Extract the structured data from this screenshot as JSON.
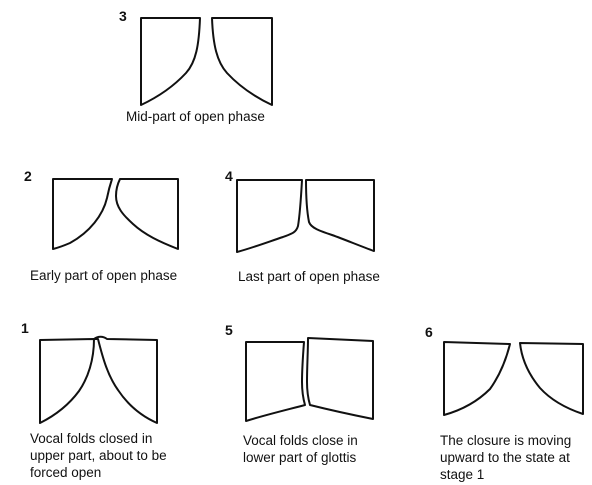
{
  "stages": [
    {
      "number": "3",
      "caption_lines": [
        "Mid-part of open phase"
      ]
    },
    {
      "number": "2",
      "caption_lines": [
        "Early part of open phase"
      ]
    },
    {
      "number": "4",
      "caption_lines": [
        "Last part of open phase"
      ]
    },
    {
      "number": "1",
      "caption_lines": [
        "Vocal folds closed in",
        "upper part, about to be",
        "forced open"
      ]
    },
    {
      "number": "5",
      "caption_lines": [
        "Vocal folds close in",
        "lower part of glottis"
      ]
    },
    {
      "number": "6",
      "caption_lines": [
        "The closure is moving",
        "upward to the state at",
        "stage 1"
      ]
    }
  ]
}
